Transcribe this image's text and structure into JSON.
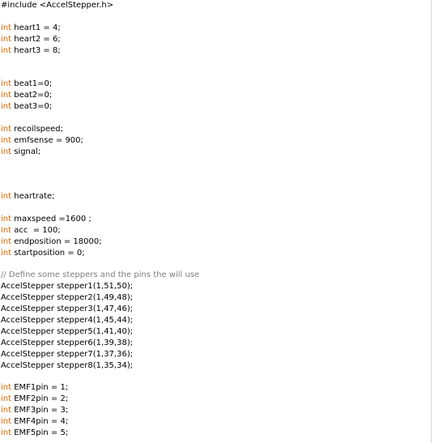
{
  "editor": {
    "colors": {
      "keyword": "#cc6600",
      "comment": "#7e7e7e",
      "text": "#000000",
      "background": "#ffffff"
    },
    "lines": [
      {
        "kw": "",
        "text": "#include <AccelStepper.h>"
      },
      {
        "kw": "",
        "text": ""
      },
      {
        "kw": "int",
        "text": " heart1 = 4;"
      },
      {
        "kw": "int",
        "text": " heart2 = 6;"
      },
      {
        "kw": "int",
        "text": " heart3 = 8;"
      },
      {
        "kw": "",
        "text": ""
      },
      {
        "kw": "",
        "text": ""
      },
      {
        "kw": "int",
        "text": " beat1=0;"
      },
      {
        "kw": "int",
        "text": " beat2=0;"
      },
      {
        "kw": "int",
        "text": " beat3=0;"
      },
      {
        "kw": "",
        "text": ""
      },
      {
        "kw": "int",
        "text": " recoilspeed;"
      },
      {
        "kw": "int",
        "text": " emfsense = 900;"
      },
      {
        "kw": "int",
        "text": " signal;"
      },
      {
        "kw": "",
        "text": ""
      },
      {
        "kw": "",
        "text": ""
      },
      {
        "kw": "",
        "text": ""
      },
      {
        "kw": "int",
        "text": " heartrate;"
      },
      {
        "kw": "",
        "text": ""
      },
      {
        "kw": "int",
        "text": " maxspeed =1600 ;"
      },
      {
        "kw": "int",
        "text": " acc  = 100;"
      },
      {
        "kw": "int",
        "text": " endposition = 18000;"
      },
      {
        "kw": "int",
        "text": " startposition = 0;"
      },
      {
        "kw": "",
        "text": ""
      },
      {
        "kw": "",
        "text": "// Define some steppers and the pins the will use",
        "comment": true
      },
      {
        "kw": "",
        "text": "AccelStepper stepper1(1,51,50);"
      },
      {
        "kw": "",
        "text": "AccelStepper stepper2(1,49,48);"
      },
      {
        "kw": "",
        "text": "AccelStepper stepper3(1,47,46);"
      },
      {
        "kw": "",
        "text": "AccelStepper stepper4(1,45,44);"
      },
      {
        "kw": "",
        "text": "AccelStepper stepper5(1,41,40);"
      },
      {
        "kw": "",
        "text": "AccelStepper stepper6(1,39,38);"
      },
      {
        "kw": "",
        "text": "AccelStepper stepper7(1,37,36);"
      },
      {
        "kw": "",
        "text": "AccelStepper stepper8(1,35,34);"
      },
      {
        "kw": "",
        "text": ""
      },
      {
        "kw": "int",
        "text": " EMF1pin = 1;"
      },
      {
        "kw": "int",
        "text": " EMF2pin = 2;"
      },
      {
        "kw": "int",
        "text": " EMF3pin = 3;"
      },
      {
        "kw": "int",
        "text": " EMF4pin = 4;"
      },
      {
        "kw": "int",
        "text": " EMF5pin = 5;"
      }
    ]
  }
}
